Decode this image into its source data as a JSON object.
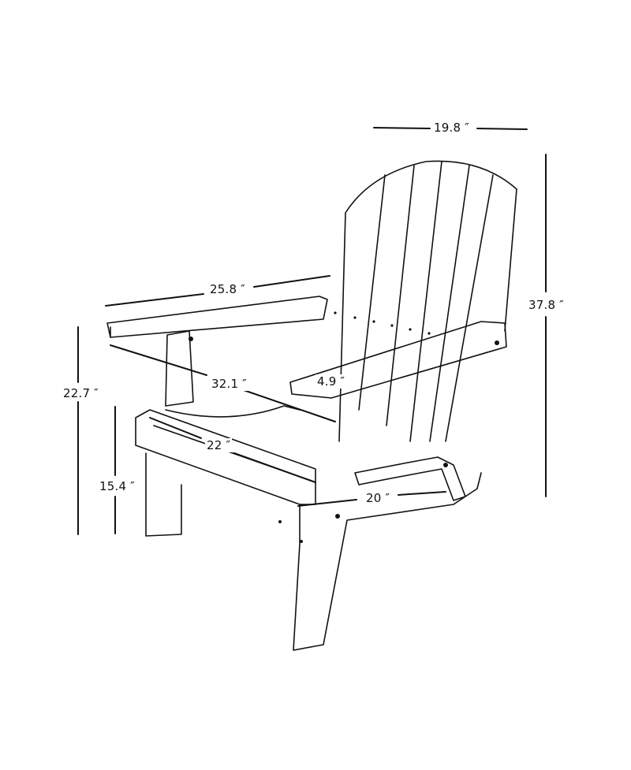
{
  "figure": {
    "subject": "Adirondack chair line drawing with dimensions",
    "dimensions": {
      "top_width": "19.8 ″",
      "total_height": "37.8 ″",
      "arm_length": "25.8 ″",
      "total_depth": "32.1 ″",
      "arm_width": "4.9 ″",
      "arm_height": "22.7 ″",
      "seat_depth": "22 ″",
      "seat_height": "15.4 ″",
      "seat_width": "20 ″"
    }
  }
}
